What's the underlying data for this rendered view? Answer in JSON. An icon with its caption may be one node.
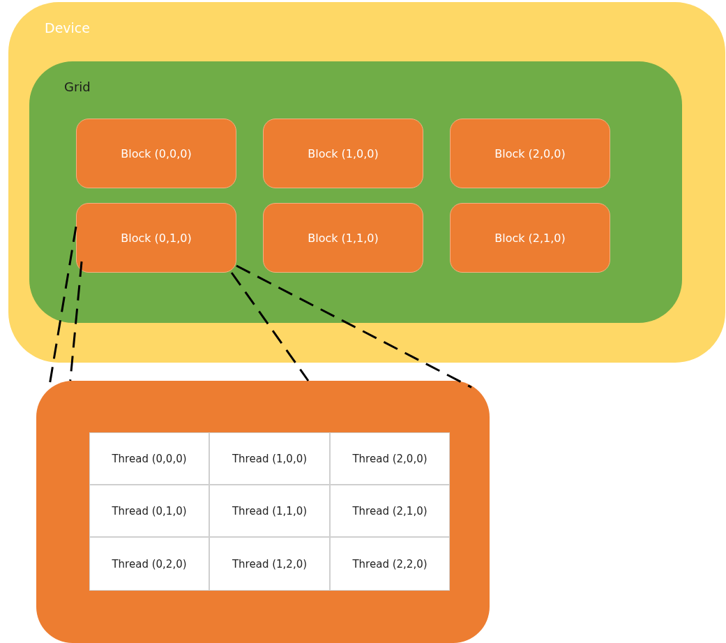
{
  "diagram": {
    "nodes": [
      {
        "text": [
          "Device"
        ]
      },
      {
        "text": [
          "Grid"
        ],
        "in": 0
      },
      {
        "text": [
          "Block (0,0,0)"
        ],
        "in": 1
      },
      {
        "text": [
          "Block (1,0,0)"
        ],
        "in": 1
      },
      {
        "text": [
          "Block (2,0,0)"
        ],
        "in": 1
      },
      {
        "text": [
          "Block (0,1,0)"
        ],
        "in": 1
      },
      {
        "text": [
          "Block (1,1,0)"
        ],
        "in": 1
      },
      {
        "text": [
          "Block (2,1,0)"
        ],
        "in": 1
      },
      {
        "text": [],
        "shape": "box"
      },
      {
        "text": [
          "Thread (0,0,0)"
        ],
        "in": 8
      },
      {
        "text": [
          "Thread (1,0,0)"
        ],
        "in": 8
      },
      {
        "text": [
          "Thread (2,0,0)"
        ],
        "in": 8
      },
      {
        "text": [
          "Thread (0,1,0)"
        ],
        "in": 8
      },
      {
        "text": [
          "Thread (1,1,0)"
        ],
        "in": 8
      },
      {
        "text": [
          "Thread (2,1,0)"
        ],
        "in": 8
      },
      {
        "text": [
          "Thread (0,2,0)"
        ],
        "in": 8
      },
      {
        "text": [
          "Thread (1,2,0)"
        ],
        "in": 8
      },
      {
        "text": [
          "Thread (2,2,0)"
        ],
        "in": 8
      }
    ],
    "edges": [
      {
        "from": 5,
        "to": 8,
        "arrow": "none",
        "style": "dashed"
      },
      {
        "from": 5,
        "to": 8,
        "arrow": "none",
        "style": "dashed"
      },
      {
        "from": 5,
        "to": 8,
        "arrow": "none",
        "style": "dashed"
      },
      {
        "from": 5,
        "to": 8,
        "arrow": "none",
        "style": "dashed"
      }
    ]
  }
}
